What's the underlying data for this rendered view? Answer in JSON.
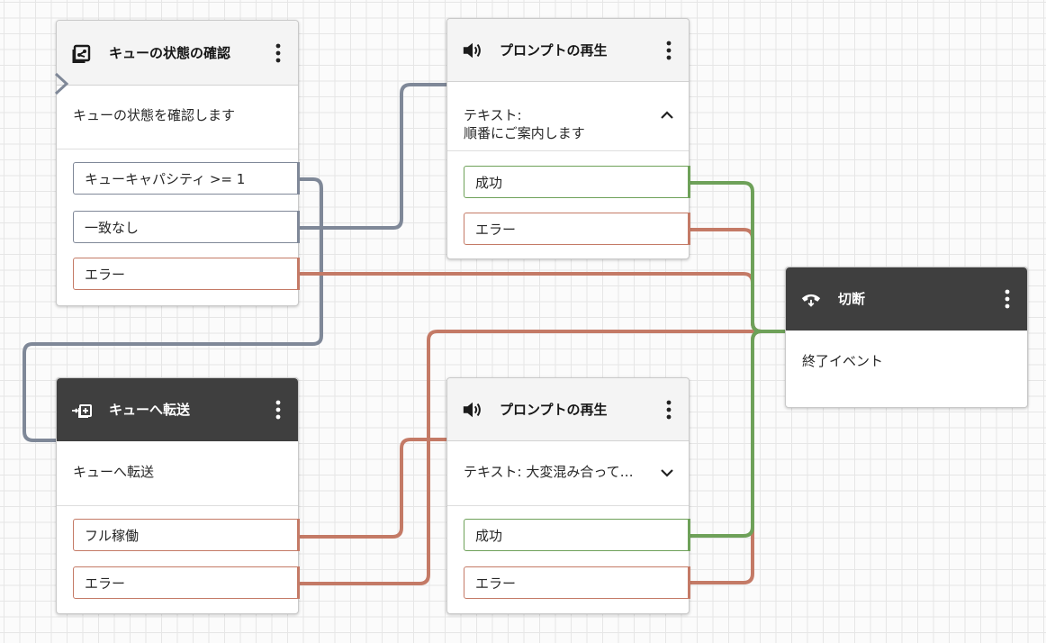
{
  "colors": {
    "gray_connector": "#7f8898",
    "orange_connector": "#c47a66",
    "green_connector": "#6ea159",
    "dark_header": "#3f3f3f",
    "light_header": "#f4f4f4"
  },
  "blocks": {
    "check_queue": {
      "title": "キューの状態の確認",
      "icon": "check-queue-status-icon",
      "description": "キューの状態を確認します",
      "branches": [
        {
          "label": "キューキャパシティ >= 1",
          "type": "condition"
        },
        {
          "label": "一致なし",
          "type": "condition"
        },
        {
          "label": "エラー",
          "type": "error"
        }
      ]
    },
    "prompt_1": {
      "title": "プロンプトの再生",
      "icon": "speaker-icon",
      "description_line1": "テキスト:",
      "description_line2": "順番にご案内します",
      "branches": [
        {
          "label": "成功",
          "type": "success"
        },
        {
          "label": "エラー",
          "type": "error"
        }
      ]
    },
    "disconnect": {
      "title": "切断",
      "icon": "hang-up-icon",
      "description": "終了イベント"
    },
    "transfer_queue": {
      "title": "キューへ転送",
      "icon": "transfer-to-queue-icon",
      "description": "キューへ転送",
      "branches": [
        {
          "label": "フル稼働",
          "type": "error"
        },
        {
          "label": "エラー",
          "type": "error"
        }
      ]
    },
    "prompt_2": {
      "title": "プロンプトの再生",
      "icon": "speaker-icon",
      "description": "テキスト: 大変混み合って…",
      "branches": [
        {
          "label": "成功",
          "type": "success"
        },
        {
          "label": "エラー",
          "type": "error"
        }
      ]
    }
  }
}
